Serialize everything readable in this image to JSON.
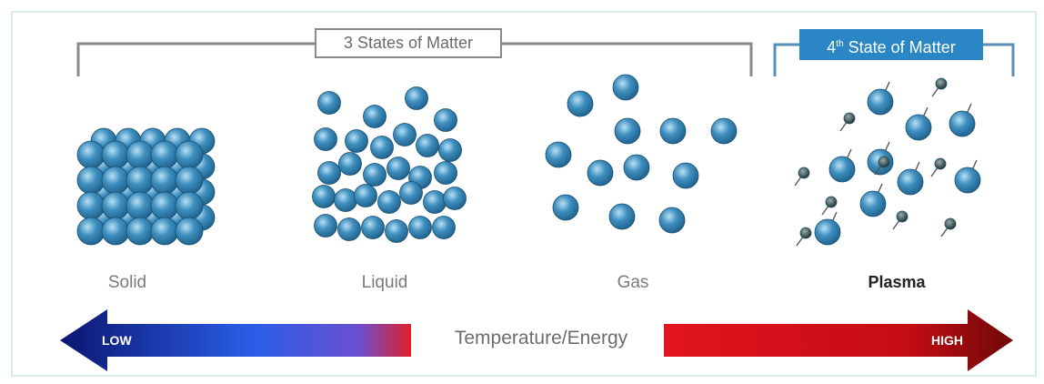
{
  "labels": {
    "three_states": "3 States of Matter",
    "fourth_state_num": "4",
    "fourth_state_sup": "th",
    "fourth_state_rest": " State of Matter"
  },
  "states": [
    "Solid",
    "Liquid",
    "Gas",
    "Plasma"
  ],
  "temperature": {
    "label": "Temperature/Energy",
    "low": "LOW",
    "high": "HIGH"
  },
  "colors": {
    "particle": "#3f8fbf",
    "particle_dark": "#1d5f8a",
    "accent_blue": "#2b86c6",
    "low_arrow": "#0d1b7a",
    "high_arrow": "#7a0a0a"
  }
}
